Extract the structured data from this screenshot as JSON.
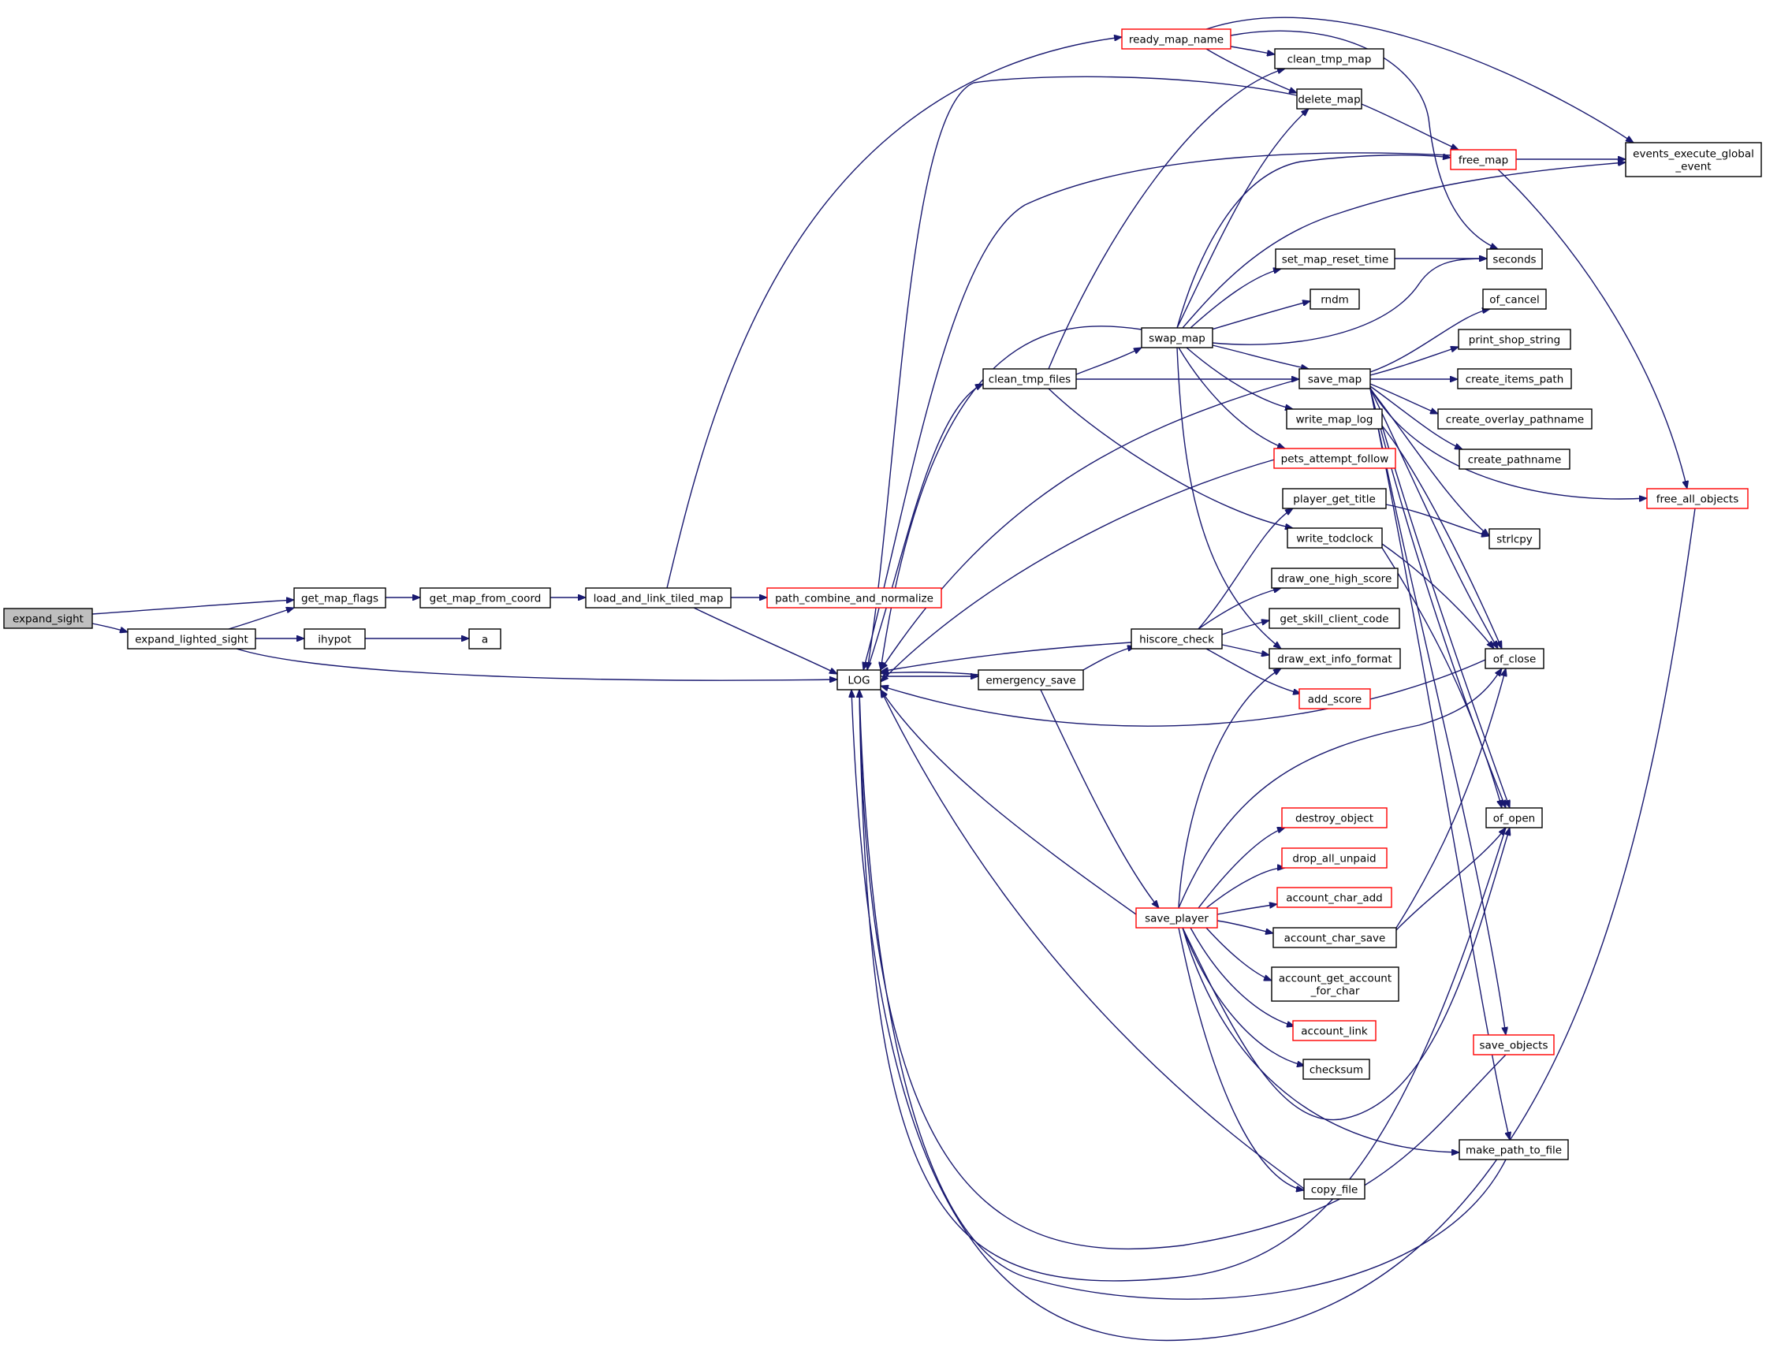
{
  "graph": {
    "node_color": "#ffffff",
    "node_border_default": "#000000",
    "node_border_truncated": "#ff0000",
    "root_fill": "#bfbfbf",
    "edge_color": "#191970",
    "nodes": [
      {
        "id": "expand_sight",
        "lines": [
          "expand_sight"
        ],
        "root": true
      },
      {
        "id": "get_map_flags",
        "lines": [
          "get_map_flags"
        ]
      },
      {
        "id": "expand_lighted_sight",
        "lines": [
          "expand_lighted_sight"
        ]
      },
      {
        "id": "get_map_from_coord",
        "lines": [
          "get_map_from_coord"
        ]
      },
      {
        "id": "load_and_link_tiled_map",
        "lines": [
          "load_and_link_tiled_map"
        ]
      },
      {
        "id": "path_combine_and_normalize",
        "lines": [
          "path_combine_and_normalize"
        ],
        "red": true
      },
      {
        "id": "ihypot",
        "lines": [
          "ihypot"
        ]
      },
      {
        "id": "a",
        "lines": [
          "a"
        ]
      },
      {
        "id": "LOG",
        "lines": [
          "LOG"
        ]
      },
      {
        "id": "ready_map_name",
        "lines": [
          "ready_map_name"
        ],
        "red": true
      },
      {
        "id": "clean_tmp_map",
        "lines": [
          "clean_tmp_map"
        ]
      },
      {
        "id": "delete_map",
        "lines": [
          "delete_map"
        ]
      },
      {
        "id": "free_map",
        "lines": [
          "free_map"
        ],
        "red": true
      },
      {
        "id": "events_execute_global_event",
        "lines": [
          "events_execute_global",
          "_event"
        ]
      },
      {
        "id": "set_map_reset_time",
        "lines": [
          "set_map_reset_time"
        ]
      },
      {
        "id": "seconds",
        "lines": [
          "seconds"
        ]
      },
      {
        "id": "rndm",
        "lines": [
          "rndm"
        ]
      },
      {
        "id": "swap_map",
        "lines": [
          "swap_map"
        ]
      },
      {
        "id": "of_cancel",
        "lines": [
          "of_cancel"
        ]
      },
      {
        "id": "print_shop_string",
        "lines": [
          "print_shop_string"
        ]
      },
      {
        "id": "clean_tmp_files",
        "lines": [
          "clean_tmp_files"
        ]
      },
      {
        "id": "save_map",
        "lines": [
          "save_map"
        ]
      },
      {
        "id": "create_items_path",
        "lines": [
          "create_items_path"
        ]
      },
      {
        "id": "write_map_log",
        "lines": [
          "write_map_log"
        ]
      },
      {
        "id": "create_overlay_pathname",
        "lines": [
          "create_overlay_pathname"
        ]
      },
      {
        "id": "pets_attempt_follow",
        "lines": [
          "pets_attempt_follow"
        ],
        "red": true
      },
      {
        "id": "create_pathname",
        "lines": [
          "create_pathname"
        ]
      },
      {
        "id": "player_get_title",
        "lines": [
          "player_get_title"
        ]
      },
      {
        "id": "free_all_objects",
        "lines": [
          "free_all_objects"
        ],
        "red": true
      },
      {
        "id": "write_todclock",
        "lines": [
          "write_todclock"
        ]
      },
      {
        "id": "strlcpy",
        "lines": [
          "strlcpy"
        ]
      },
      {
        "id": "draw_one_high_score",
        "lines": [
          "draw_one_high_score"
        ]
      },
      {
        "id": "get_skill_client_code",
        "lines": [
          "get_skill_client_code"
        ]
      },
      {
        "id": "hiscore_check",
        "lines": [
          "hiscore_check"
        ]
      },
      {
        "id": "draw_ext_info_format",
        "lines": [
          "draw_ext_info_format"
        ]
      },
      {
        "id": "of_close",
        "lines": [
          "of_close"
        ]
      },
      {
        "id": "emergency_save",
        "lines": [
          "emergency_save"
        ]
      },
      {
        "id": "add_score",
        "lines": [
          "add_score"
        ],
        "red": true
      },
      {
        "id": "destroy_object",
        "lines": [
          "destroy_object"
        ],
        "red": true
      },
      {
        "id": "of_open",
        "lines": [
          "of_open"
        ]
      },
      {
        "id": "drop_all_unpaid",
        "lines": [
          "drop_all_unpaid"
        ],
        "red": true
      },
      {
        "id": "account_char_add",
        "lines": [
          "account_char_add"
        ],
        "red": true
      },
      {
        "id": "save_player",
        "lines": [
          "save_player"
        ],
        "red": true
      },
      {
        "id": "account_char_save",
        "lines": [
          "account_char_save"
        ]
      },
      {
        "id": "account_get_account_for_char",
        "lines": [
          "account_get_account",
          "_for_char"
        ]
      },
      {
        "id": "account_link",
        "lines": [
          "account_link"
        ],
        "red": true
      },
      {
        "id": "save_objects",
        "lines": [
          "save_objects"
        ],
        "red": true
      },
      {
        "id": "checksum",
        "lines": [
          "checksum"
        ]
      },
      {
        "id": "make_path_to_file",
        "lines": [
          "make_path_to_file"
        ]
      },
      {
        "id": "copy_file",
        "lines": [
          "copy_file"
        ]
      }
    ],
    "edges": [
      [
        "expand_sight",
        "get_map_flags"
      ],
      [
        "expand_sight",
        "expand_lighted_sight"
      ],
      [
        "expand_lighted_sight",
        "get_map_flags"
      ],
      [
        "expand_lighted_sight",
        "ihypot"
      ],
      [
        "expand_lighted_sight",
        "LOG"
      ],
      [
        "get_map_flags",
        "get_map_from_coord"
      ],
      [
        "get_map_from_coord",
        "load_and_link_tiled_map"
      ],
      [
        "load_and_link_tiled_map",
        "path_combine_and_normalize"
      ],
      [
        "load_and_link_tiled_map",
        "ready_map_name"
      ],
      [
        "load_and_link_tiled_map",
        "LOG"
      ],
      [
        "ihypot",
        "a"
      ],
      [
        "ready_map_name",
        "clean_tmp_map"
      ],
      [
        "ready_map_name",
        "delete_map"
      ],
      [
        "ready_map_name",
        "events_execute_global_event"
      ],
      [
        "ready_map_name",
        "seconds"
      ],
      [
        "delete_map",
        "free_map"
      ],
      [
        "delete_map",
        "LOG"
      ],
      [
        "free_map",
        "events_execute_global_event"
      ],
      [
        "free_map",
        "free_all_objects"
      ],
      [
        "free_map",
        "LOG"
      ],
      [
        "LOG",
        "clean_tmp_files"
      ],
      [
        "LOG",
        "emergency_save"
      ],
      [
        "clean_tmp_files",
        "clean_tmp_map"
      ],
      [
        "clean_tmp_files",
        "swap_map"
      ],
      [
        "clean_tmp_files",
        "save_map"
      ],
      [
        "clean_tmp_files",
        "write_todclock"
      ],
      [
        "swap_map",
        "delete_map"
      ],
      [
        "swap_map",
        "free_map"
      ],
      [
        "swap_map",
        "events_execute_global_event"
      ],
      [
        "swap_map",
        "set_map_reset_time"
      ],
      [
        "swap_map",
        "rndm"
      ],
      [
        "swap_map",
        "seconds"
      ],
      [
        "swap_map",
        "save_map"
      ],
      [
        "swap_map",
        "write_map_log"
      ],
      [
        "swap_map",
        "pets_attempt_follow"
      ],
      [
        "swap_map",
        "draw_ext_info_format"
      ],
      [
        "swap_map",
        "LOG"
      ],
      [
        "set_map_reset_time",
        "seconds"
      ],
      [
        "save_map",
        "of_cancel"
      ],
      [
        "save_map",
        "print_shop_string"
      ],
      [
        "save_map",
        "create_items_path"
      ],
      [
        "save_map",
        "create_overlay_pathname"
      ],
      [
        "save_map",
        "create_pathname"
      ],
      [
        "save_map",
        "free_all_objects"
      ],
      [
        "save_map",
        "strlcpy"
      ],
      [
        "save_map",
        "of_close"
      ],
      [
        "save_map",
        "of_open"
      ],
      [
        "save_map",
        "save_objects"
      ],
      [
        "save_map",
        "make_path_to_file"
      ],
      [
        "save_map",
        "LOG"
      ],
      [
        "write_map_log",
        "of_close"
      ],
      [
        "write_map_log",
        "of_open"
      ],
      [
        "pets_attempt_follow",
        "LOG"
      ],
      [
        "player_get_title",
        "strlcpy"
      ],
      [
        "write_todclock",
        "of_close"
      ],
      [
        "write_todclock",
        "of_open"
      ],
      [
        "emergency_save",
        "hiscore_check"
      ],
      [
        "emergency_save",
        "save_player"
      ],
      [
        "emergency_save",
        "LOG"
      ],
      [
        "hiscore_check",
        "player_get_title"
      ],
      [
        "hiscore_check",
        "draw_one_high_score"
      ],
      [
        "hiscore_check",
        "get_skill_client_code"
      ],
      [
        "hiscore_check",
        "draw_ext_info_format"
      ],
      [
        "hiscore_check",
        "add_score"
      ],
      [
        "hiscore_check",
        "LOG"
      ],
      [
        "save_player",
        "draw_ext_info_format"
      ],
      [
        "save_player",
        "of_close"
      ],
      [
        "save_player",
        "destroy_object"
      ],
      [
        "save_player",
        "drop_all_unpaid"
      ],
      [
        "save_player",
        "account_char_add"
      ],
      [
        "save_player",
        "account_char_save"
      ],
      [
        "save_player",
        "account_get_account_for_char"
      ],
      [
        "save_player",
        "account_link"
      ],
      [
        "save_player",
        "checksum"
      ],
      [
        "save_player",
        "of_open"
      ],
      [
        "save_player",
        "make_path_to_file"
      ],
      [
        "save_player",
        "copy_file"
      ],
      [
        "save_player",
        "LOG"
      ],
      [
        "account_char_save",
        "of_close"
      ],
      [
        "account_char_save",
        "of_open"
      ],
      [
        "copy_file",
        "LOG"
      ],
      [
        "of_close",
        "LOG"
      ],
      [
        "of_open",
        "LOG"
      ],
      [
        "save_objects",
        "LOG"
      ],
      [
        "make_path_to_file",
        "LOG"
      ],
      [
        "free_all_objects",
        "LOG"
      ]
    ]
  }
}
